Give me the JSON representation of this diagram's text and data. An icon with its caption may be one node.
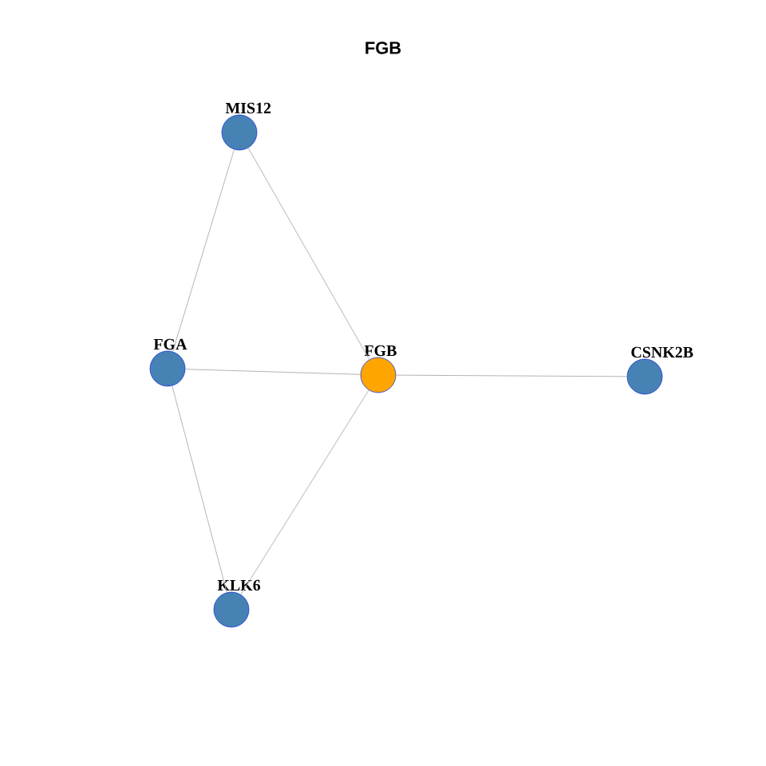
{
  "diagram": {
    "title": "FGB",
    "nodes": [
      {
        "text": [
          "MIS12"
        ]
      },
      {
        "text": [
          "FGA"
        ]
      },
      {
        "text": [
          "FGB"
        ]
      },
      {
        "text": [
          "CSNK2B"
        ]
      },
      {
        "text": [
          "KLK6"
        ]
      }
    ],
    "edges": [
      {
        "from": 0,
        "to": 1,
        "arrow": "none"
      },
      {
        "from": 0,
        "to": 2,
        "arrow": "none"
      },
      {
        "from": 1,
        "to": 2,
        "arrow": "none"
      },
      {
        "from": 2,
        "to": 3,
        "arrow": "none"
      },
      {
        "from": 1,
        "to": 4,
        "arrow": "none"
      },
      {
        "from": 4,
        "to": 2,
        "arrow": "none"
      }
    ]
  }
}
